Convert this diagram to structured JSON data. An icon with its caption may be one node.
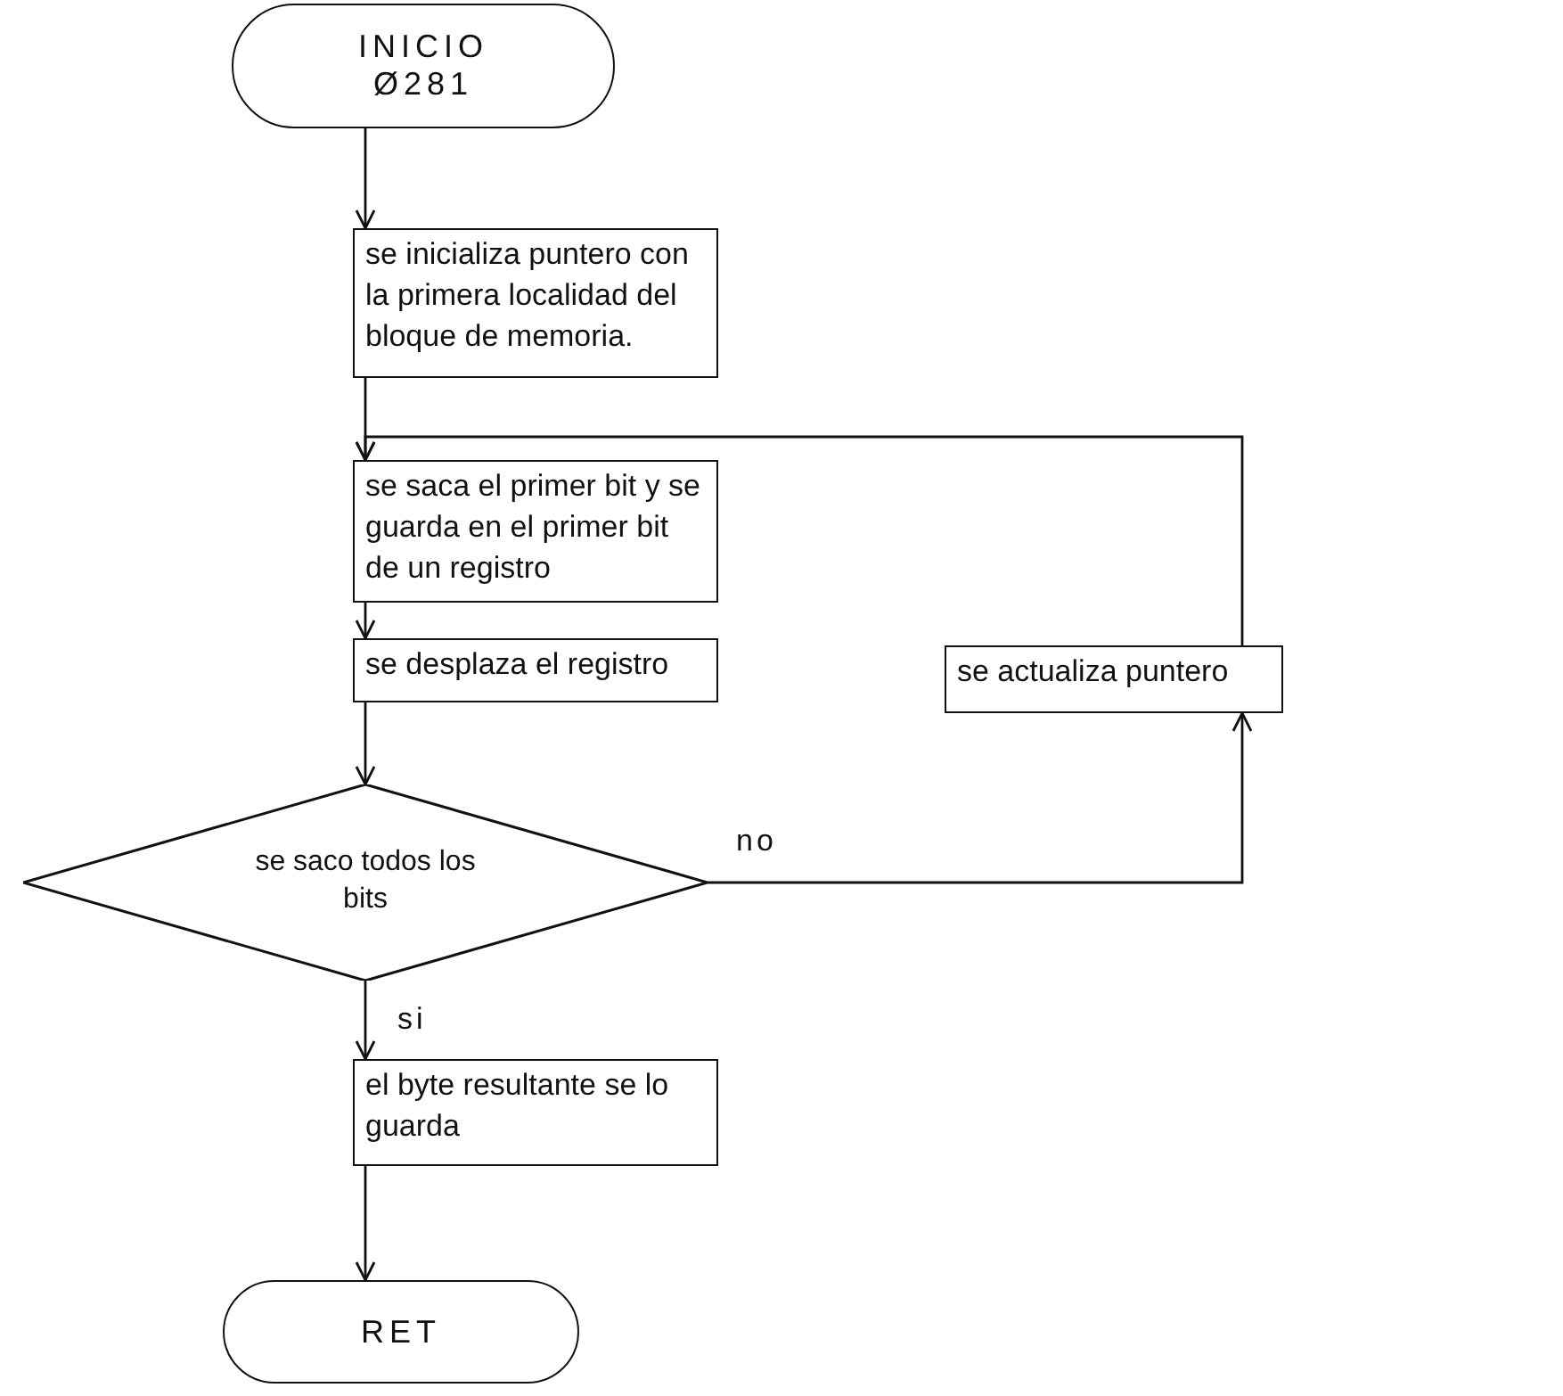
{
  "diagram": {
    "nodes": [
      {
        "text": [
          "INICIO",
          "Ø281"
        ]
      },
      {
        "text": [
          "se inicializa puntero con la primera localidad del bloque de memoria."
        ]
      },
      {
        "text": [
          "se saca el primer bit y se guarda en el primer bit de un registro"
        ]
      },
      {
        "text": [
          "se desplaza el registro"
        ]
      },
      {
        "text": [
          "se saco todos los bits"
        ]
      },
      {
        "text": [
          "el byte resultante se lo guarda"
        ]
      },
      {
        "text": [
          "RET"
        ]
      },
      {
        "text": [
          "se actualiza puntero"
        ]
      }
    ],
    "edges": [
      {
        "from": 0,
        "to": 1,
        "arrow": "to"
      },
      {
        "from": 1,
        "to": 2,
        "arrow": "to"
      },
      {
        "from": 2,
        "to": 3,
        "arrow": "to"
      },
      {
        "from": 3,
        "to": 4,
        "arrow": "to"
      },
      {
        "from": 4,
        "to": 5,
        "arrow": "to",
        "label": "si"
      },
      {
        "from": 4,
        "to": 7,
        "arrow": "to",
        "label": "no"
      },
      {
        "from": 7,
        "to": 2,
        "arrow": "to"
      },
      {
        "from": 5,
        "to": 6,
        "arrow": "to"
      }
    ]
  }
}
